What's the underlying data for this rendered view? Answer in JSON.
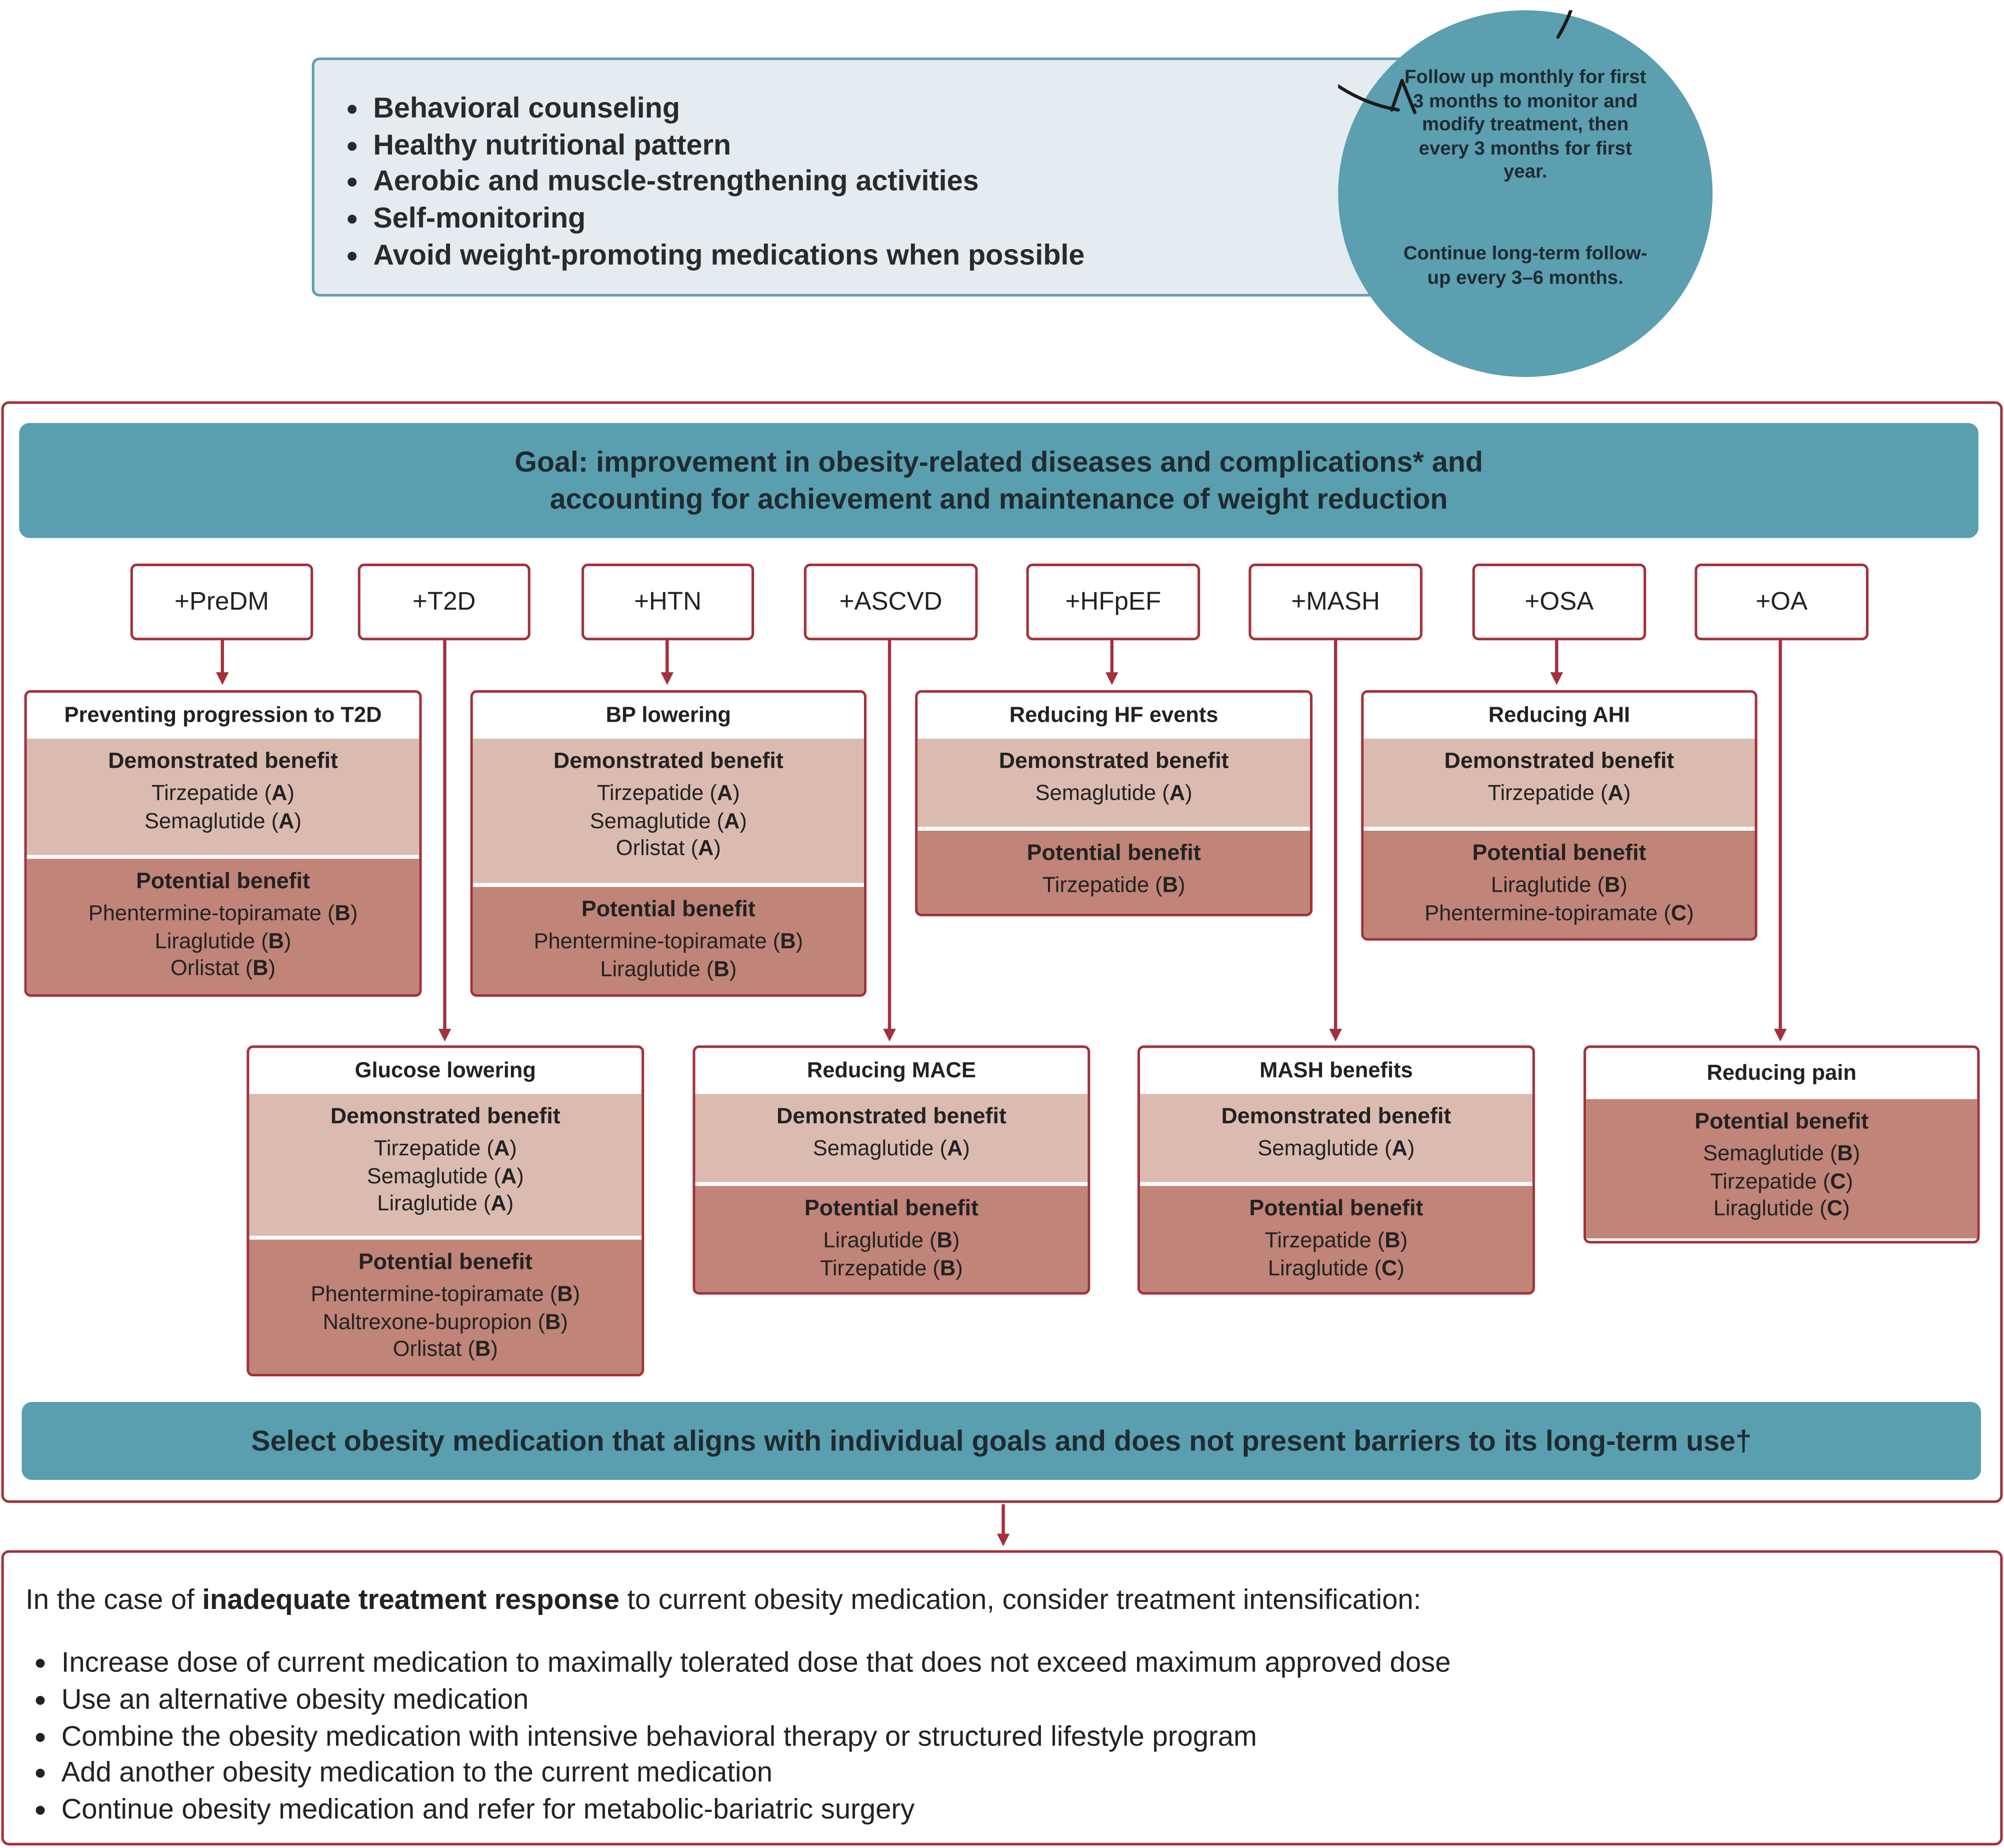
{
  "lifestyle_items": [
    "Behavioral counseling",
    "Healthy nutritional pattern",
    "Aerobic and muscle-strengthening activities",
    "Self-monitoring",
    "Avoid weight-promoting medications when possible"
  ],
  "followup": {
    "part1": "Follow up monthly for first 3 months to monitor and modify treatment, then every 3 months for first year.",
    "part2": "Continue long-term follow-up every 3–6 months."
  },
  "goal_banner": {
    "line1": "Goal: improvement in obesity-related diseases and complications* and",
    "line2": "accounting for achievement and maintenance of weight reduction"
  },
  "conditions": [
    "+PreDM",
    "+T2D",
    "+HTN",
    "+ASCVD",
    "+HFpEF",
    "+MASH",
    "+OSA",
    "+OA"
  ],
  "labels": {
    "demonstrated": "Demonstrated benefit",
    "potential": "Potential benefit"
  },
  "outcomes": {
    "predm": {
      "title": "Preventing progression to T2D",
      "demonstrated": [
        {
          "drug": "Tirzepatide",
          "grade": "A"
        },
        {
          "drug": "Semaglutide",
          "grade": "A"
        }
      ],
      "potential": [
        {
          "drug": "Phentermine-topiramate",
          "grade": "B"
        },
        {
          "drug": "Liraglutide",
          "grade": "B"
        },
        {
          "drug": "Orlistat",
          "grade": "B"
        }
      ]
    },
    "htn": {
      "title": "BP lowering",
      "demonstrated": [
        {
          "drug": "Tirzepatide",
          "grade": "A"
        },
        {
          "drug": "Semaglutide",
          "grade": "A"
        },
        {
          "drug": "Orlistat",
          "grade": "A"
        }
      ],
      "potential": [
        {
          "drug": "Phentermine-topiramate",
          "grade": "B"
        },
        {
          "drug": "Liraglutide",
          "grade": "B"
        }
      ]
    },
    "hfpef": {
      "title": "Reducing HF events",
      "demonstrated": [
        {
          "drug": "Semaglutide",
          "grade": "A"
        }
      ],
      "potential": [
        {
          "drug": "Tirzepatide",
          "grade": "B"
        }
      ]
    },
    "osa": {
      "title": "Reducing AHI",
      "demonstrated": [
        {
          "drug": "Tirzepatide",
          "grade": "A"
        }
      ],
      "potential": [
        {
          "drug": "Liraglutide",
          "grade": "B"
        },
        {
          "drug": "Phentermine-topiramate",
          "grade": "C"
        }
      ]
    },
    "t2d": {
      "title": "Glucose lowering",
      "demonstrated": [
        {
          "drug": "Tirzepatide",
          "grade": "A"
        },
        {
          "drug": "Semaglutide",
          "grade": "A"
        },
        {
          "drug": "Liraglutide",
          "grade": "A"
        }
      ],
      "potential": [
        {
          "drug": "Phentermine-topiramate",
          "grade": "B"
        },
        {
          "drug": "Naltrexone-bupropion",
          "grade": "B"
        },
        {
          "drug": "Orlistat",
          "grade": "B"
        }
      ]
    },
    "ascvd": {
      "title": "Reducing MACE",
      "demonstrated": [
        {
          "drug": "Semaglutide",
          "grade": "A"
        }
      ],
      "potential": [
        {
          "drug": "Liraglutide",
          "grade": "B"
        },
        {
          "drug": "Tirzepatide",
          "grade": "B"
        }
      ]
    },
    "mash": {
      "title": "MASH benefits",
      "demonstrated": [
        {
          "drug": "Semaglutide",
          "grade": "A"
        }
      ],
      "potential": [
        {
          "drug": "Tirzepatide",
          "grade": "B"
        },
        {
          "drug": "Liraglutide",
          "grade": "C"
        }
      ]
    },
    "oa": {
      "title": "Reducing pain",
      "potential": [
        {
          "drug": "Semaglutide",
          "grade": "B"
        },
        {
          "drug": "Tirzepatide",
          "grade": "C"
        },
        {
          "drug": "Liraglutide",
          "grade": "C"
        }
      ]
    }
  },
  "select_banner": "Select obesity medication that aligns with individual goals and does not present barriers to its long-term use†",
  "intensification": {
    "intro_pre": "In the case of ",
    "intro_bold": "inadequate treatment response",
    "intro_post": " to current obesity medication, consider treatment intensification:",
    "items": [
      "Increase dose of current medication to maximally tolerated dose that does not exceed maximum approved dose",
      "Use an alternative obesity medication",
      "Combine the obesity medication with intensive behavioral therapy or structured lifestyle program",
      "Add another obesity medication to the current medication",
      "Continue obesity medication and refer for metabolic-bariatric surgery"
    ]
  },
  "colors": {
    "teal": "#5a9fb0",
    "crimson": "#a3313b",
    "demonstrated_fill": "#dbbbb0",
    "potential_fill": "#c08478",
    "light_panel": "#e4ecf1"
  }
}
